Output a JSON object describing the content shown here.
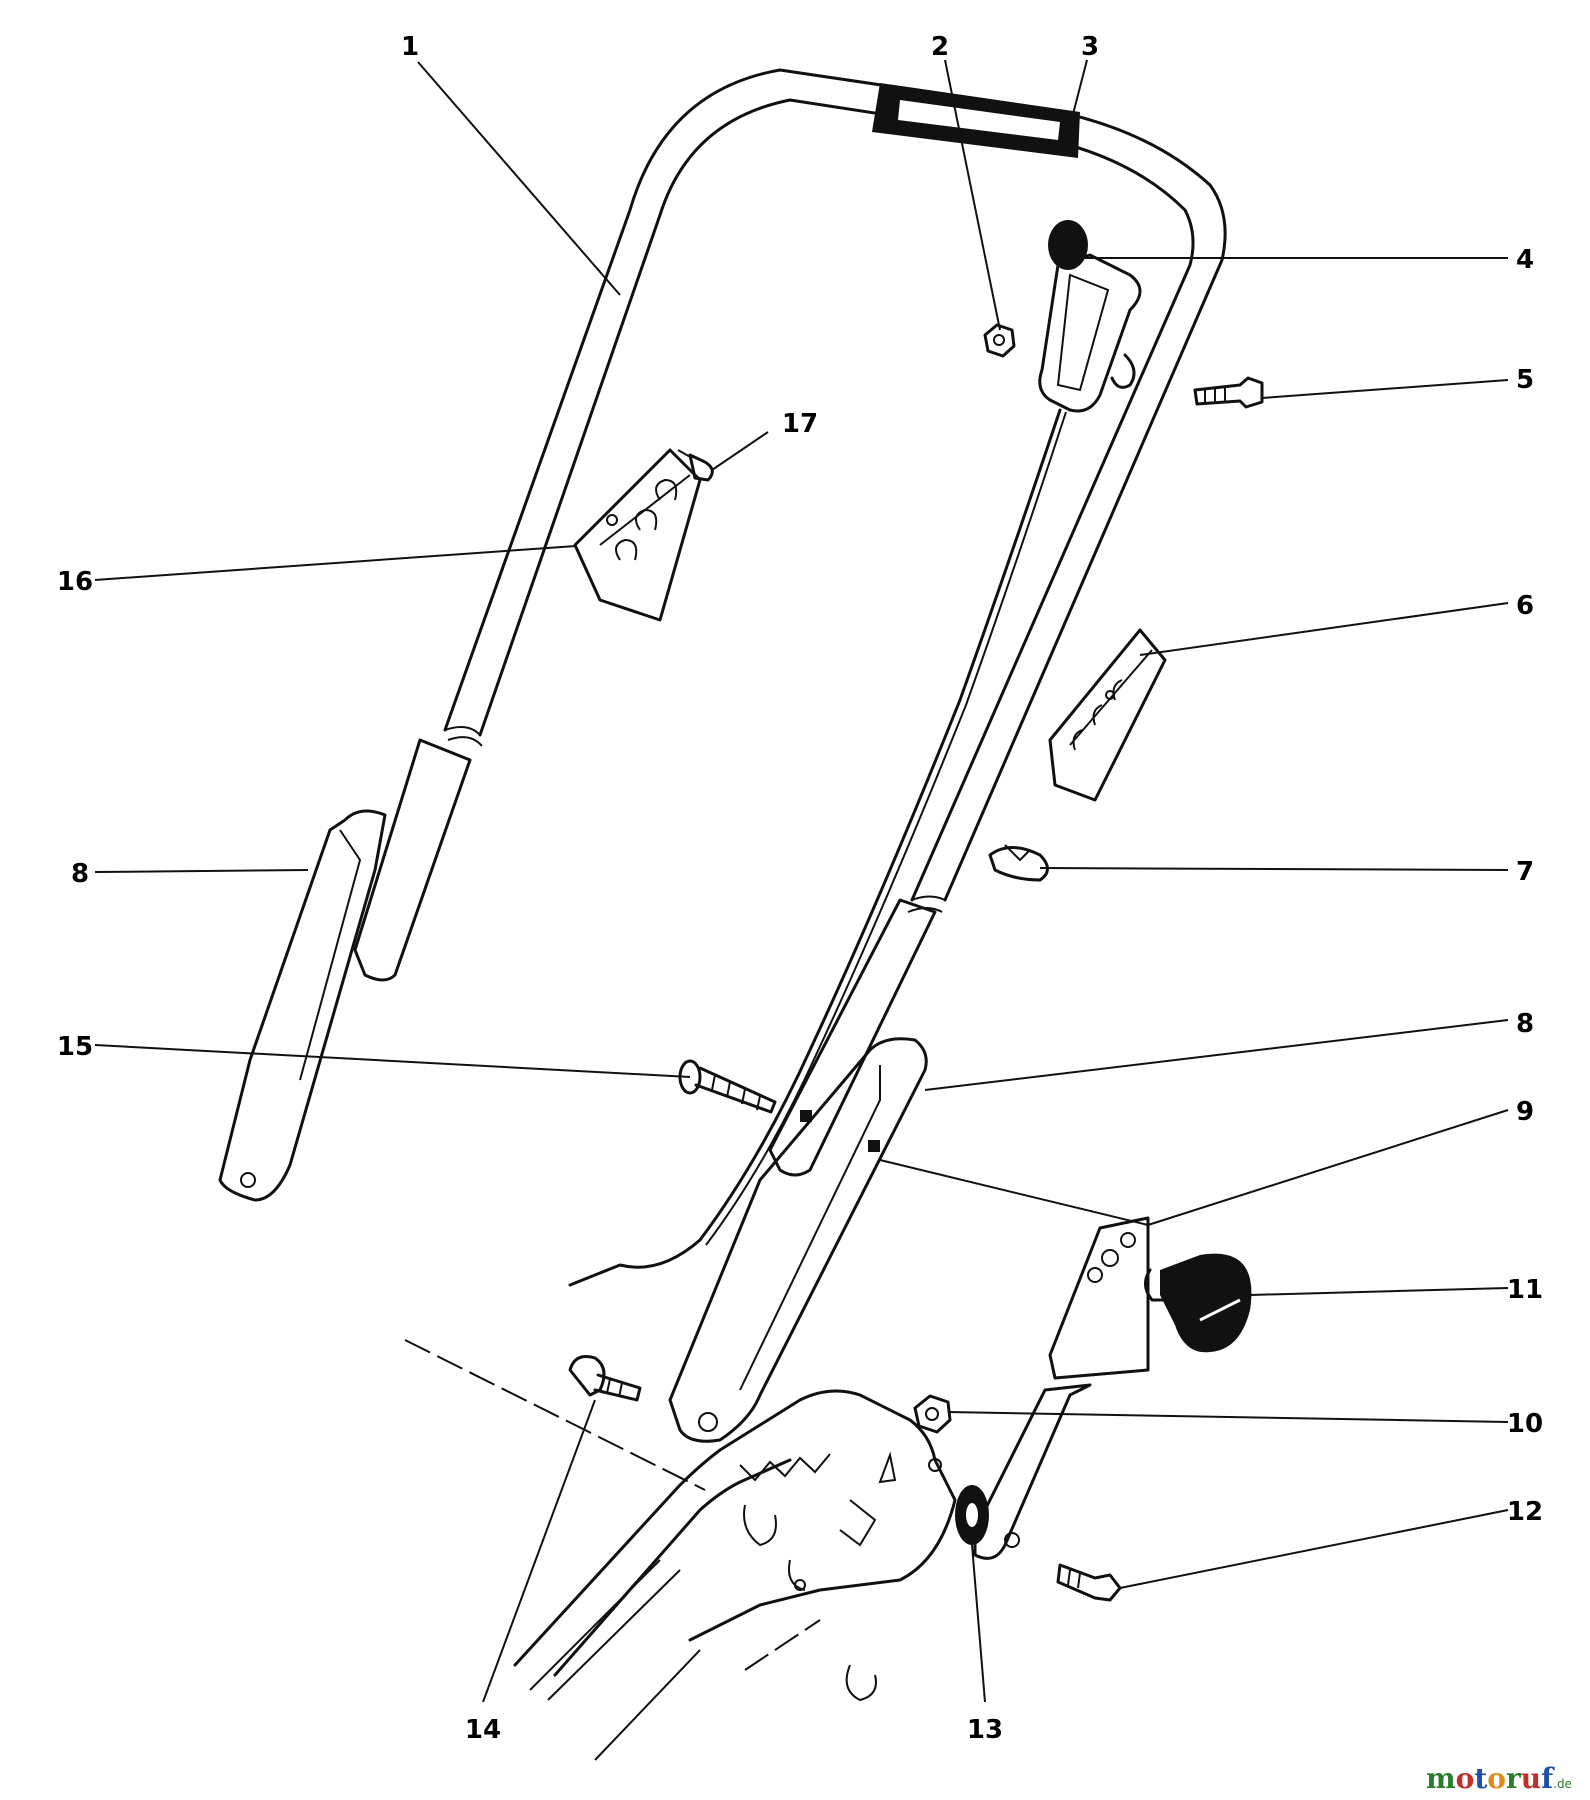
{
  "callouts": [
    "1",
    "2",
    "3",
    "4",
    "5",
    "6",
    "7",
    "8",
    "9",
    "10",
    "11",
    "12",
    "13",
    "14",
    "15",
    "16",
    "17"
  ],
  "watermark": {
    "letters": [
      "m",
      "o",
      "t",
      "o",
      "r",
      "u",
      "f"
    ],
    "letter_colors": [
      "#2a7d2a",
      "#c0302a",
      "#1f4fa6",
      "#e08a1a",
      "#2a7d2a",
      "#c0302a",
      "#1f4fa6"
    ],
    "suffix": ".de"
  }
}
